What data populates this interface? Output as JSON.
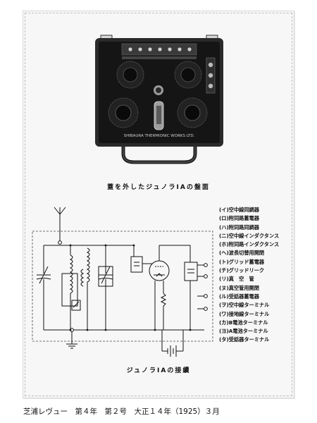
{
  "photo": {
    "panel_label": "SHIBAURA THERMIONIC WORKS LTD."
  },
  "photo_caption": "蓋を外したジュノラIAの盤面",
  "legend": [
    "(イ)空中線同調器",
    "(ロ)附同路蓄電器",
    "(ハ)附同路同調器",
    "(ニ)空中線インダクタンス",
    "(ホ)附同路インダクタンス",
    "(ヘ)波長切替用開閉",
    "(ト)グリッド蓄電器",
    "(チ)グリッドリーク",
    "(リ)真　空　管",
    "(ヌ)真空管用開閉",
    "(ル)受話器蓄電器",
    "(ヲ)空中線ターミナル",
    "(ワ)接地線ターミナル",
    "(カ)B電池ターミナル",
    "(ヨ)A電池ターミナル",
    "(タ)受話器ターミナル"
  ],
  "diagram_caption": "ジュノラIAの接續",
  "footer": "芝浦レヴュー　第４年　第２号　大正１４年（1925）３月"
}
